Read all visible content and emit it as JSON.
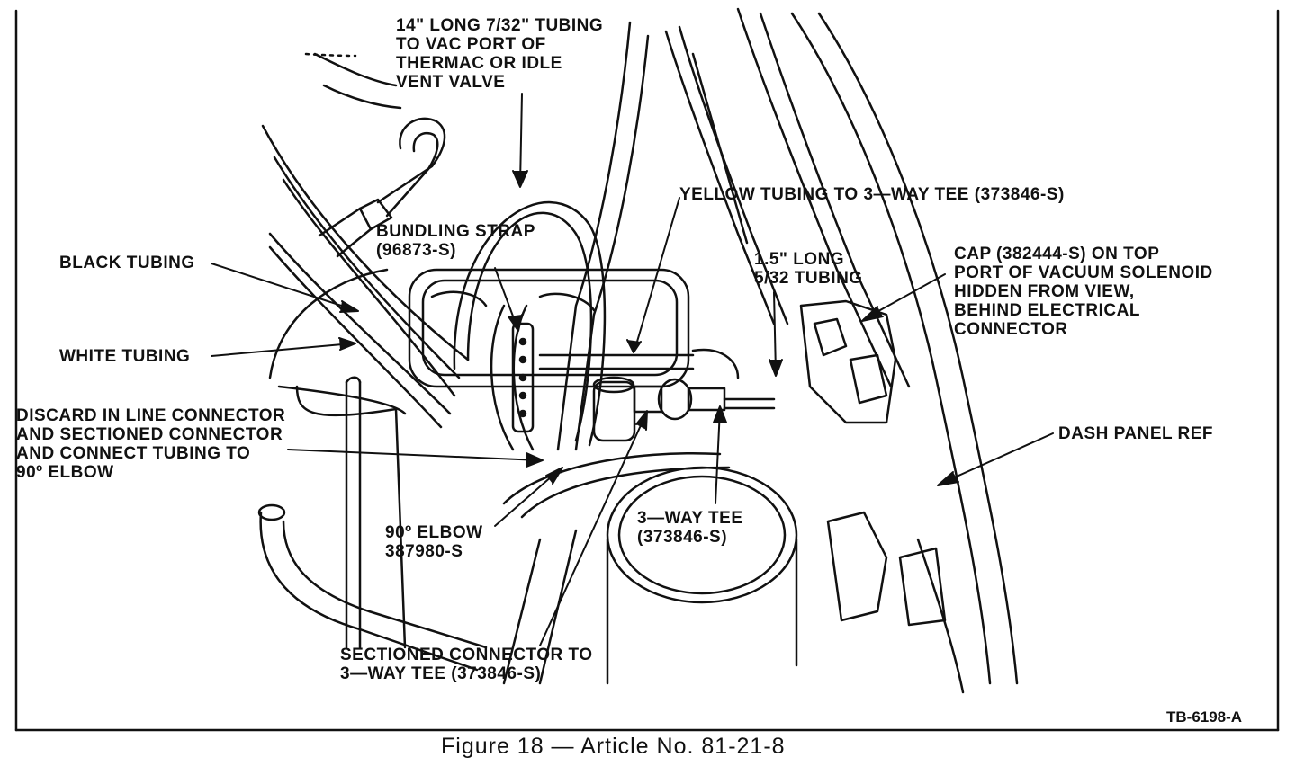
{
  "diagram": {
    "labels": {
      "tubing_14": [
        "14\" LONG 7/32\" TUBING",
        "TO VAC PORT OF",
        "THERMAC OR IDLE",
        "VENT VALVE"
      ],
      "yellow_tubing": [
        "YELLOW TUBING TO 3—WAY TEE (373846-S)"
      ],
      "bundling_strap": [
        "BUNDLING STRAP",
        "(96873-S)"
      ],
      "black_tubing": [
        "BLACK TUBING"
      ],
      "tubing_15": [
        "1.5\" LONG",
        "5/32 TUBING"
      ],
      "cap": [
        "CAP (382444-S) ON TOP",
        "PORT OF VACUUM SOLENOID",
        "HIDDEN FROM VIEW,",
        "BEHIND ELECTRICAL",
        "CONNECTOR"
      ],
      "white_tubing": [
        "WHITE TUBING"
      ],
      "discard": [
        "DISCARD IN LINE CONNECTOR",
        "AND SECTIONED CONNECTOR",
        "AND CONNECT TUBING TO",
        "90º ELBOW"
      ],
      "dash_panel": [
        "DASH PANEL REF"
      ],
      "three_way_tee": [
        "3—WAY TEE",
        "(373846-S)"
      ],
      "elbow_90": [
        "90º ELBOW",
        "387980-S"
      ],
      "sectioned": [
        "SECTIONED CONNECTOR TO",
        "3—WAY TEE (373846-S)"
      ]
    },
    "reference_code": "TB-6198-A"
  },
  "caption": "Figure 18 — Article No. 81-21-8",
  "colors": {
    "ink": "#111111",
    "background": "#ffffff"
  }
}
